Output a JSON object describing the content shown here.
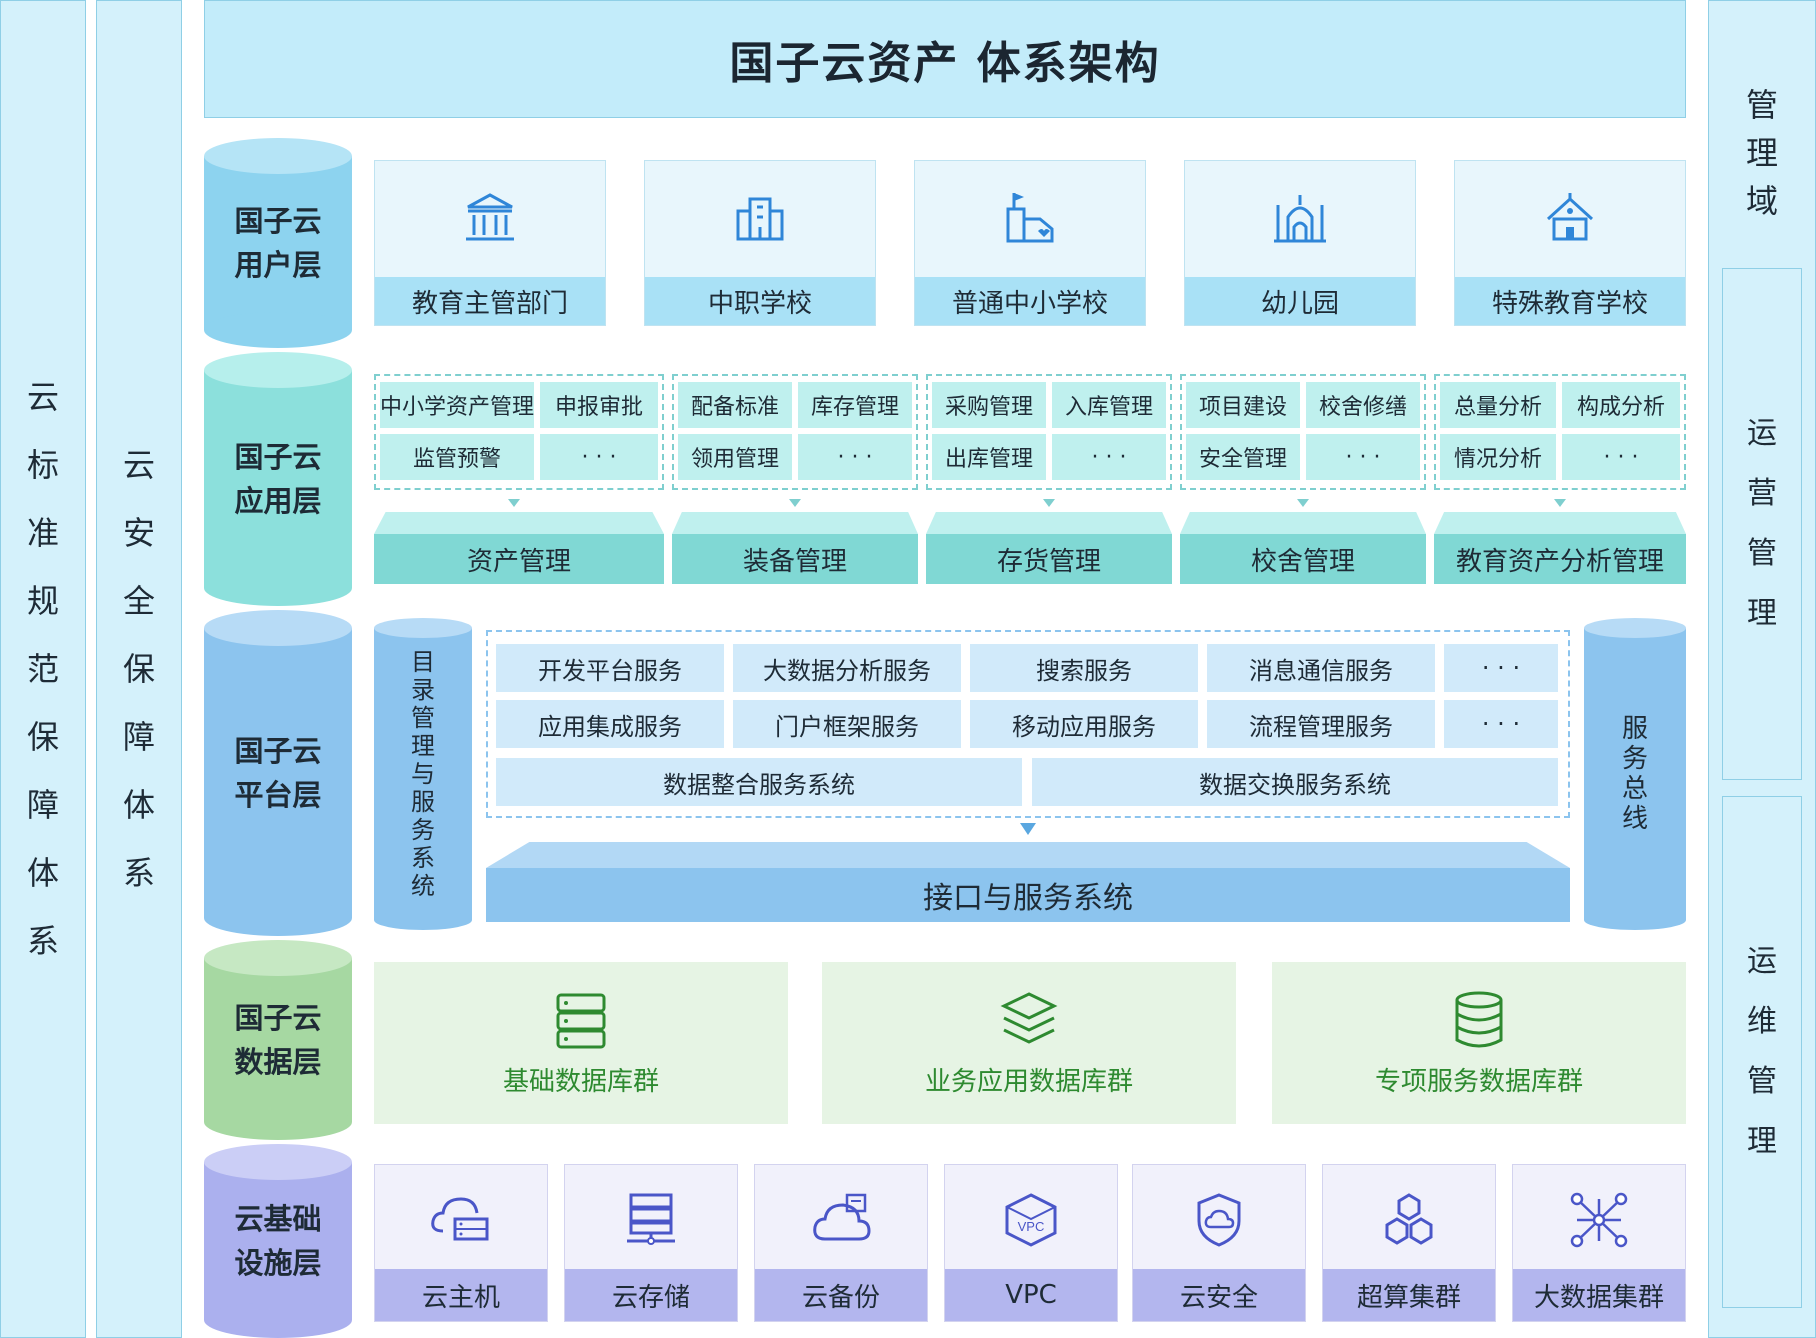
{
  "title": "国子云资产  体系架构",
  "left_bars": [
    {
      "chars": [
        "云",
        "标",
        "准",
        "规",
        "范",
        "保",
        "障",
        "体",
        "系"
      ]
    },
    {
      "chars": [
        "云",
        "安",
        "全",
        "保",
        "障",
        "体",
        "系"
      ]
    }
  ],
  "right_bars": {
    "top": [
      "管",
      "理",
      "域"
    ],
    "ops": [
      "运",
      "营",
      "管",
      "理"
    ],
    "maint": [
      "运",
      "维",
      "管",
      "理"
    ]
  },
  "layers": [
    {
      "line1": "国子云",
      "line2": "用户层"
    },
    {
      "line1": "国子云",
      "line2": "应用层"
    },
    {
      "line1": "国子云",
      "line2": "平台层"
    },
    {
      "line1": "国子云",
      "line2": "数据层"
    },
    {
      "line1": "云基础",
      "line2": "设施层"
    }
  ],
  "users": [
    {
      "label": "教育主管部门",
      "icon": "government-building-icon"
    },
    {
      "label": "中职学校",
      "icon": "school-building-icon"
    },
    {
      "label": "普通中小学校",
      "icon": "school-flag-icon"
    },
    {
      "label": "幼儿园",
      "icon": "kindergarten-icon"
    },
    {
      "label": "特殊教育学校",
      "icon": "special-school-icon"
    }
  ],
  "app_groups": [
    {
      "cells": [
        "中小学资产管理",
        "申报审批",
        "监管预警",
        "· · ·"
      ],
      "mgmt": "资产管理"
    },
    {
      "cells": [
        "配备标准",
        "库存管理",
        "领用管理",
        "· · ·"
      ],
      "mgmt": "装备管理"
    },
    {
      "cells": [
        "采购管理",
        "入库管理",
        "出库管理",
        "· · ·"
      ],
      "mgmt": "存货管理"
    },
    {
      "cells": [
        "项目建设",
        "校舍修缮",
        "安全管理",
        "· · ·"
      ],
      "mgmt": "校舍管理"
    },
    {
      "cells": [
        "总量分析",
        "构成分析",
        "情况分析",
        "· · ·"
      ],
      "mgmt": "教育资产分析管理"
    }
  ],
  "platform": {
    "catalog_chars": [
      "目",
      "录",
      "管",
      "理",
      "与",
      "服",
      "务",
      "系",
      "统"
    ],
    "bus_chars": [
      "服",
      "务",
      "总",
      "线"
    ],
    "row1": [
      "开发平台服务",
      "大数据分析服务",
      "搜索服务",
      "消息通信服务",
      "· · ·"
    ],
    "row2": [
      "应用集成服务",
      "门户框架服务",
      "移动应用服务",
      "流程管理服务",
      "· · ·"
    ],
    "row3": [
      "数据整合服务系统",
      "数据交换服务系统"
    ],
    "interface": "接口与服务系统"
  },
  "data_layer": [
    {
      "label": "基础数据库群",
      "icon": "server-stack-icon"
    },
    {
      "label": "业务应用数据库群",
      "icon": "layers-icon"
    },
    {
      "label": "专项服务数据库群",
      "icon": "database-icon"
    }
  ],
  "infra": [
    {
      "label": "云主机",
      "icon": "cloud-host-icon"
    },
    {
      "label": "云存储",
      "icon": "cloud-storage-icon"
    },
    {
      "label": "云备份",
      "icon": "cloud-backup-icon"
    },
    {
      "label": "VPC",
      "icon": "vpc-icon",
      "badge": "VPC"
    },
    {
      "label": "云安全",
      "icon": "cloud-security-icon"
    },
    {
      "label": "超算集群",
      "icon": "hexagon-cluster-icon"
    },
    {
      "label": "大数据集群",
      "icon": "network-nodes-icon"
    }
  ],
  "colors": {
    "cyl_user": "#8dd3ef",
    "cyl_app": "#8ce0dc",
    "cyl_platform": "#8cc4ee",
    "cyl_data": "#a6d8a2",
    "cyl_infra": "#abb0ee",
    "icon_blue": "#2f86d8",
    "icon_green": "#2e8a30"
  }
}
